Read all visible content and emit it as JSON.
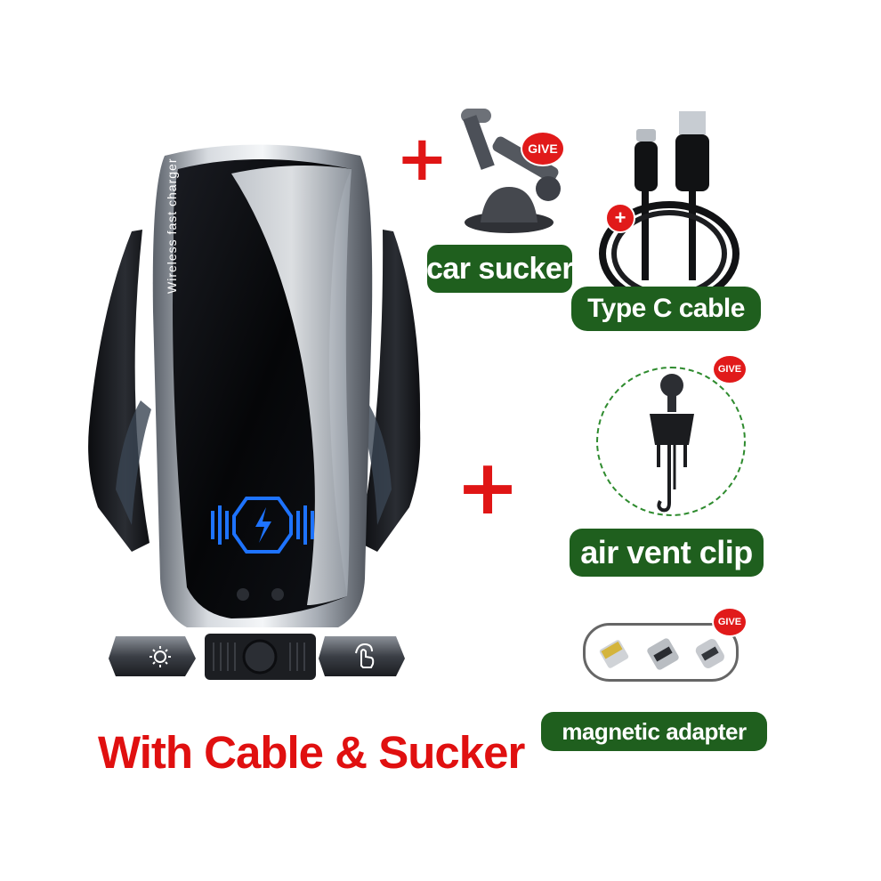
{
  "product": {
    "body_text": "Wireless fast charger",
    "buttons": [
      {
        "icon": "sun-brightness-icon"
      },
      {
        "icon": "touch-hand-icon"
      }
    ]
  },
  "accessories": {
    "car_sucker": {
      "label": "car sucker",
      "badge": "GIVE"
    },
    "type_c_cable": {
      "label": "Type C cable",
      "badge": "+"
    },
    "air_vent_clip": {
      "label": "air vent clip",
      "badge": "GIVE"
    },
    "magnetic_adapter": {
      "label": "magnetic adapter",
      "badge": "GIVE"
    }
  },
  "plus_signs": [
    "+",
    "+"
  ],
  "headline": "With Cable & Sucker",
  "colors": {
    "label_bg": "#1f5f1e",
    "accent_red": "#e01515",
    "badge_red": "#e11a1a",
    "led_blue": "#1e73ff"
  }
}
